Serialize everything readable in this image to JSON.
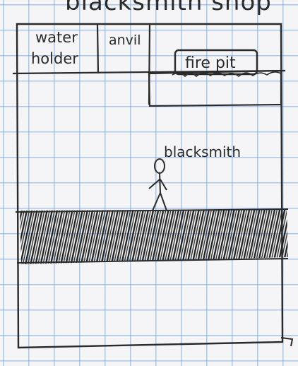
{
  "title": "blacksmith shop",
  "rooms": {
    "water_holder": "water holder",
    "anvil": "anvil",
    "fire_pit": "fire pit"
  },
  "figure_label": "blacksmith",
  "colors": {
    "ink": "#2a2a2a",
    "grid": "#9cc0e6",
    "paper": "#f5f5f7"
  }
}
